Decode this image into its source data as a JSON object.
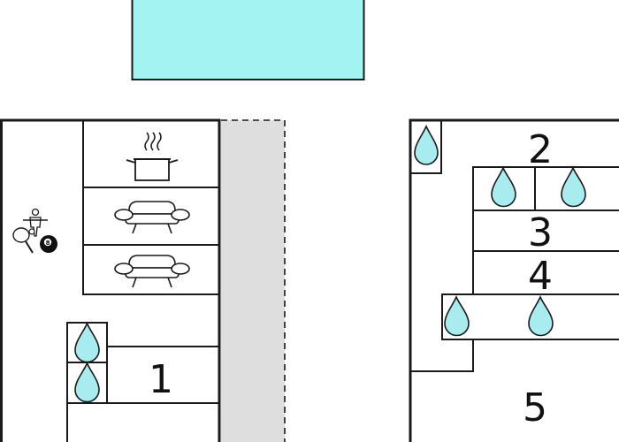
{
  "colors": {
    "pool": "#a3f3f3",
    "drop": "#a8ecef",
    "walkway": "#dedede",
    "wall": "#1a1a1a"
  },
  "icons": {
    "bathroom": "water-drop-icon",
    "kitchen": "cooking-pot-icon",
    "living": "armchair-icon",
    "games": "games-icon"
  },
  "rooms": {
    "room_1": "1",
    "room_2": "2",
    "room_3": "3",
    "room_4": "4",
    "room_5": "5"
  },
  "games": {
    "billiard_ball": "8"
  }
}
